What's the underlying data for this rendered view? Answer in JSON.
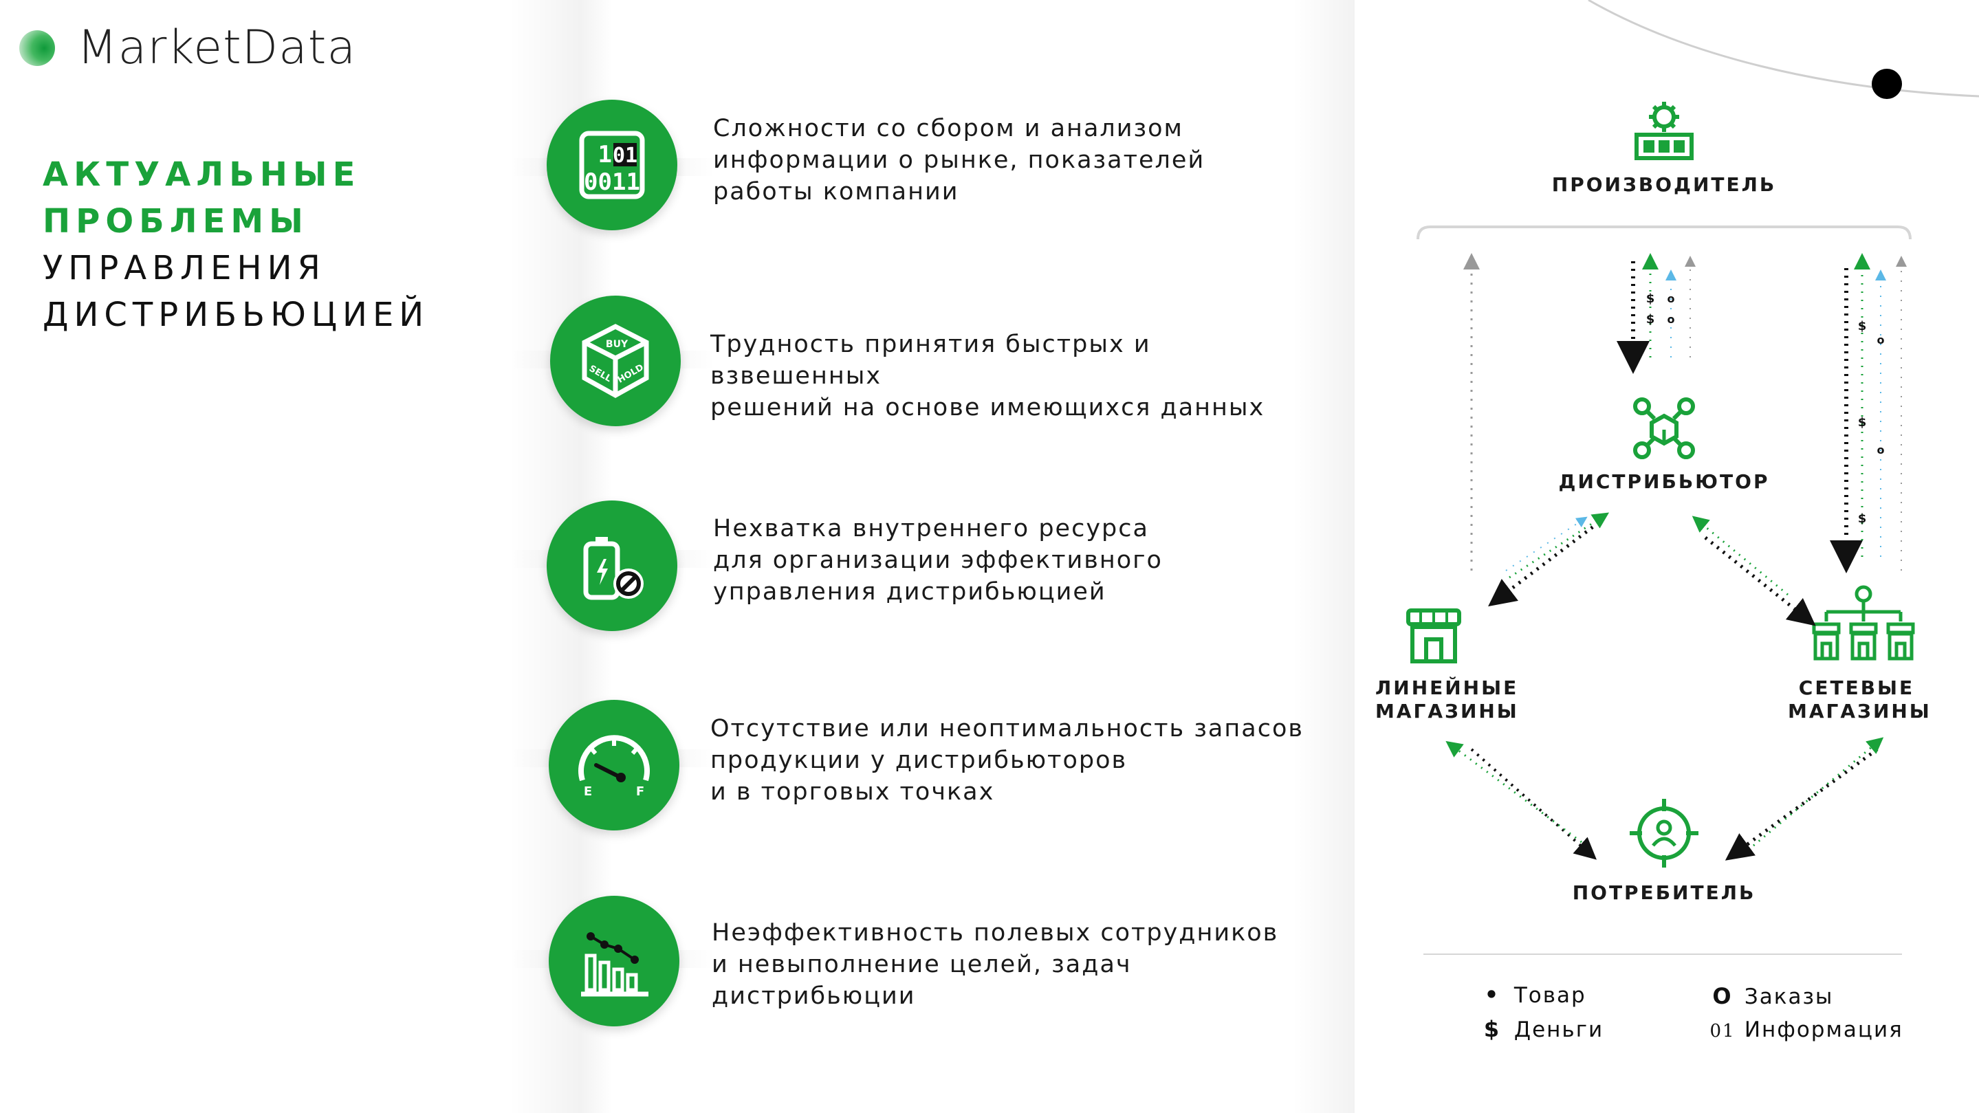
{
  "brand": {
    "name": "MarketData"
  },
  "heading": {
    "line1": "АКТУАЛЬНЫЕ",
    "line2": "ПРОБЛЕМЫ",
    "line3": "УПРАВЛЕНИЯ",
    "line4": "ДИСТРИБЬЮЦИЕЙ"
  },
  "colors": {
    "accent": "#1aa23a",
    "text": "#1a1a1a"
  },
  "problems": [
    {
      "icon": "binary-data-icon",
      "text": "Сложности со сбором и анализом\nинформации о рынке, показателей\nработы компании"
    },
    {
      "icon": "buy-sell-hold-cube-icon",
      "text": "Трудность принятия быстрых и взвешенных\nрешений на основе имеющихся данных"
    },
    {
      "icon": "battery-unavailable-icon",
      "text": "Нехватка внутреннего ресурса\nдля организации эффективного\nуправления дистрибьюцией"
    },
    {
      "icon": "fuel-gauge-icon",
      "text": "Отсутствие или неоптимальность запасов\nпродукции у дистрибьюторов\nи в торговых точках"
    },
    {
      "icon": "declining-bar-chart-icon",
      "text": "Неэффективность полевых сотрудников\nи невыполнение целей, задач\nдистрибьюции"
    }
  ],
  "diagram": {
    "nodes": {
      "producer": "ПРОИЗВОДИТЕЛЬ",
      "distributor": "ДИСТРИБЬЮТОР",
      "linear_stores_1": "ЛИНЕЙНЫЕ",
      "linear_stores_2": "МАГАЗИНЫ",
      "chain_stores_1": "СЕТЕВЫЕ",
      "chain_stores_2": "МАГАЗИНЫ",
      "consumer": "ПОТРЕБИТЕЛЬ"
    },
    "legend": [
      {
        "symbol": "•",
        "label": "Товар"
      },
      {
        "symbol": "O",
        "label": "Заказы"
      },
      {
        "symbol": "$",
        "label": "Деньги"
      },
      {
        "symbol": "01",
        "label": "Информация"
      }
    ]
  }
}
